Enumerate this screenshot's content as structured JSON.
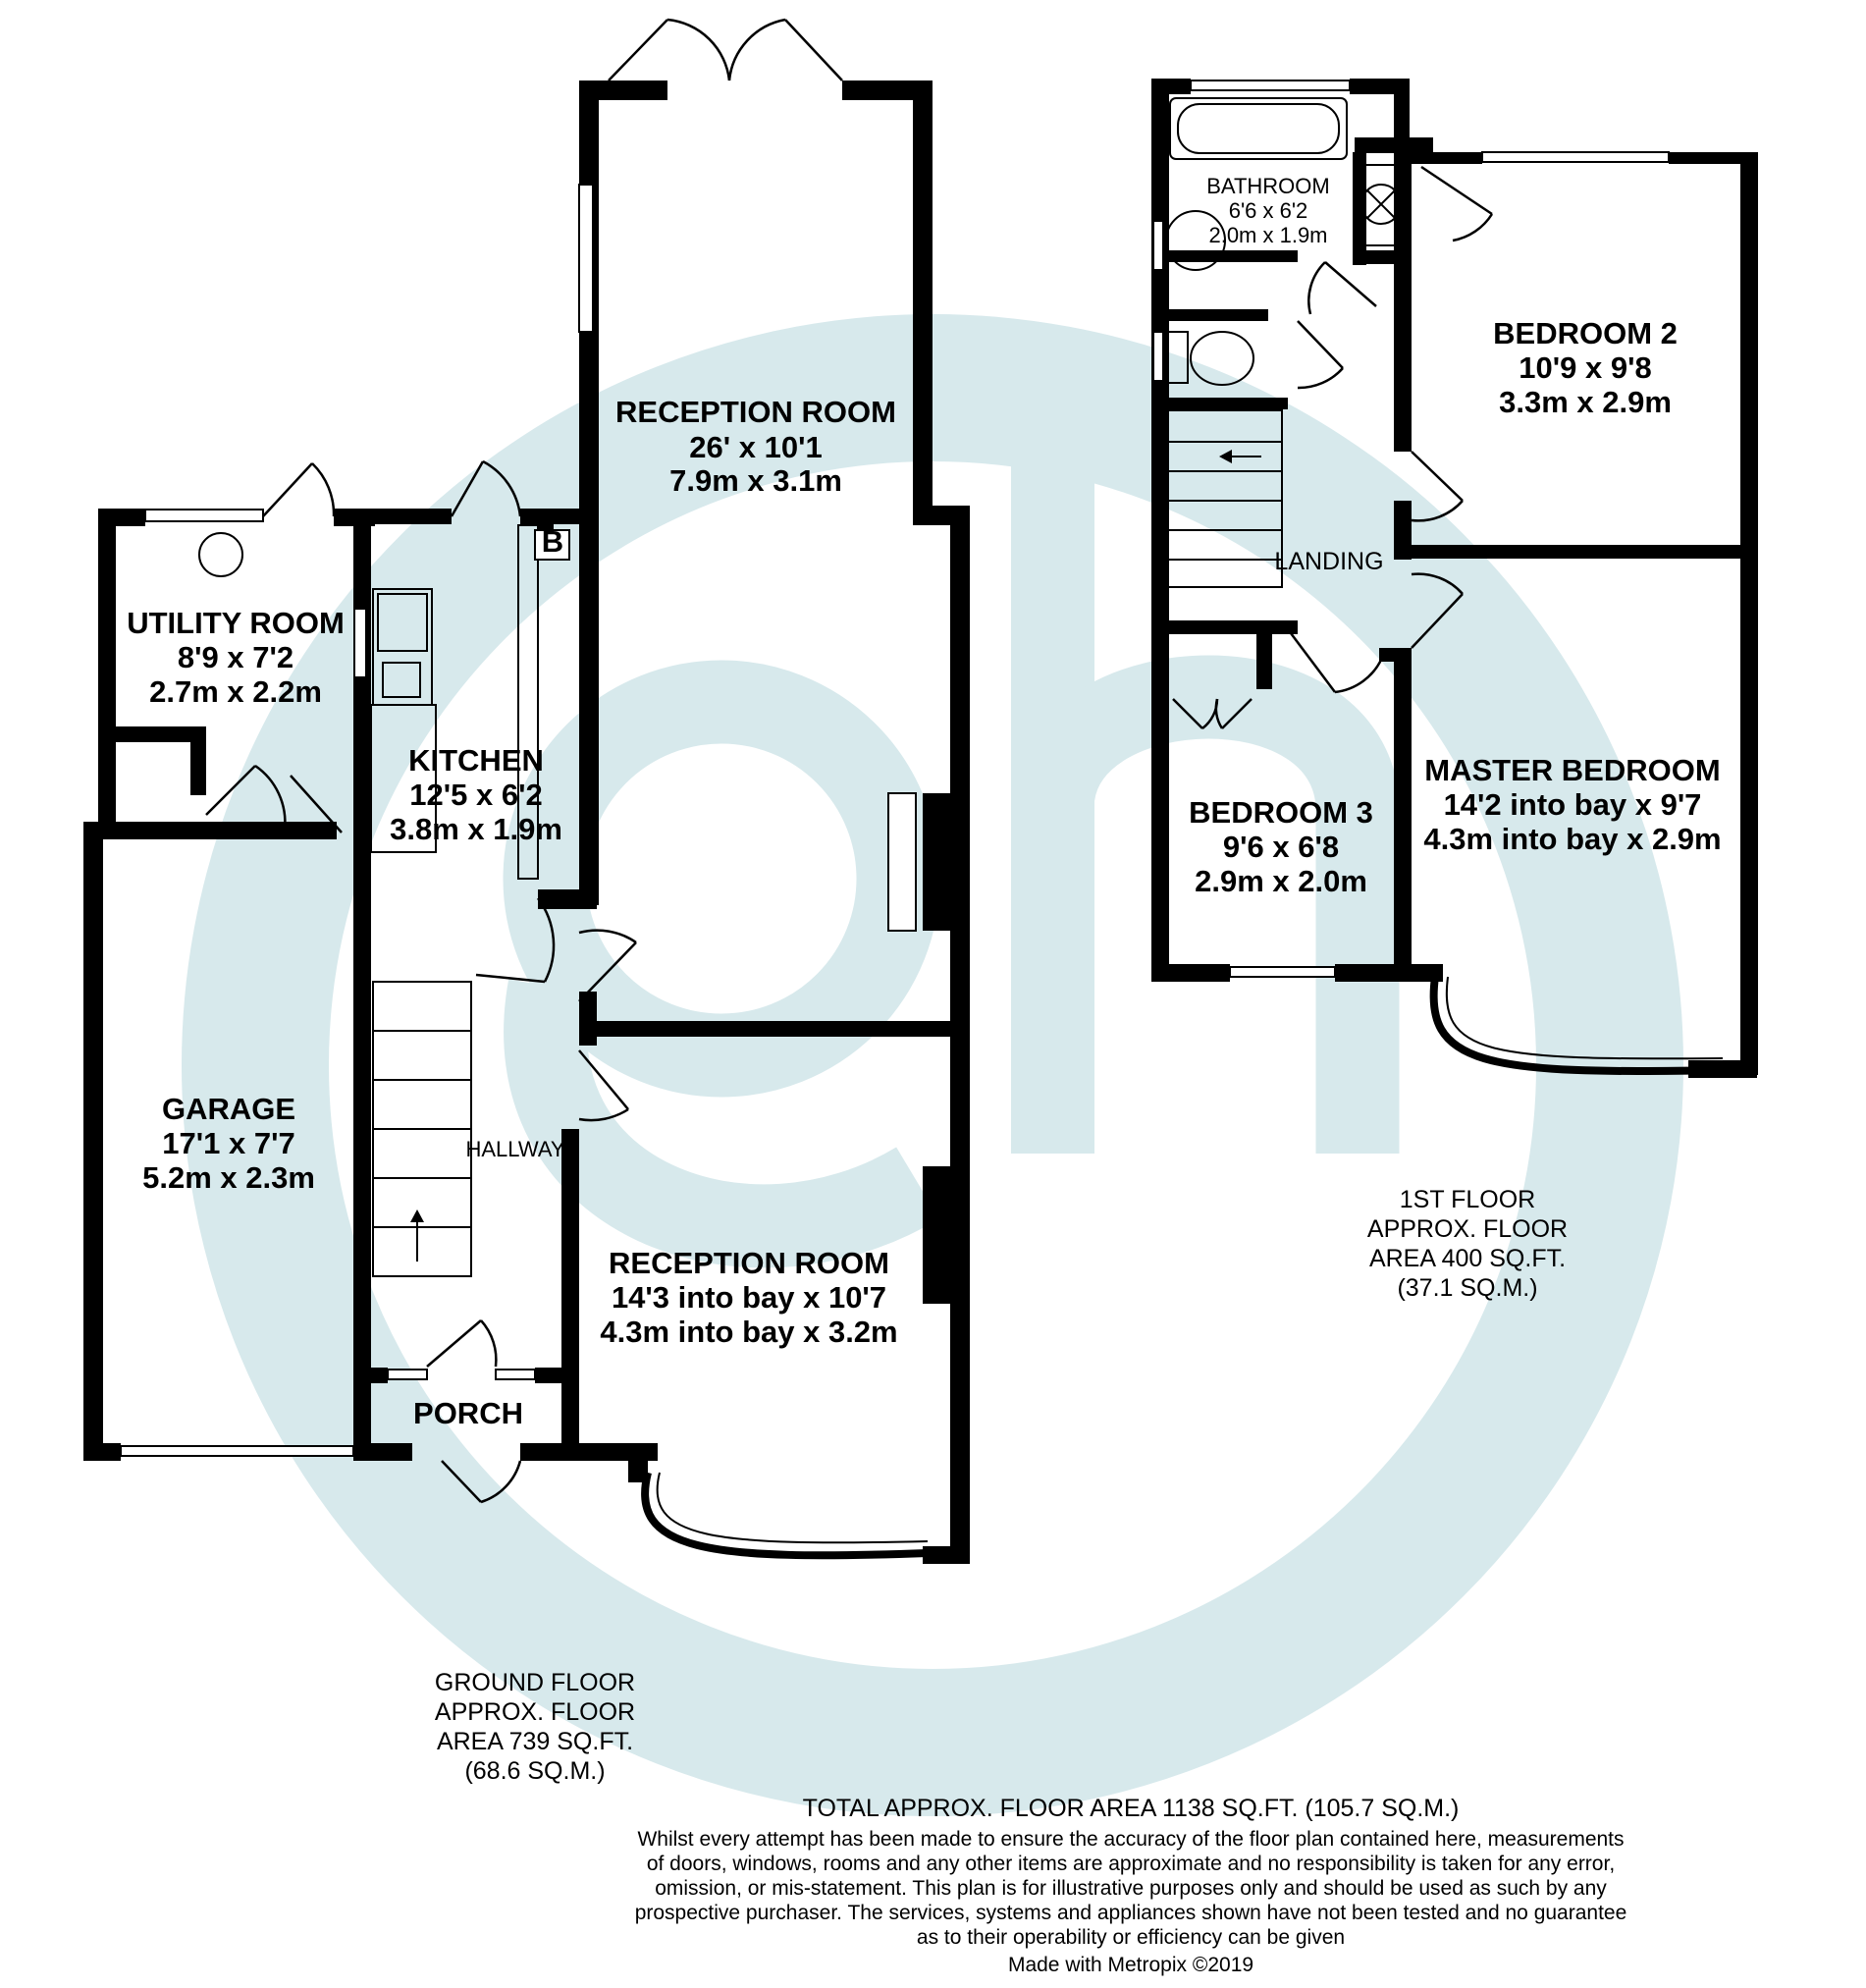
{
  "watermark": {
    "letters": "gh",
    "color": "#d7e9ec"
  },
  "rooms": {
    "reception_rear": {
      "name": "RECEPTION ROOM",
      "imperial": "26' x 10'1",
      "metric": "7.9m x 3.1m"
    },
    "utility": {
      "name": "UTILITY ROOM",
      "imperial": "8'9 x 7'2",
      "metric": "2.7m x 2.2m"
    },
    "kitchen": {
      "name": "KITCHEN",
      "imperial": "12'5 x 6'2",
      "metric": "3.8m x 1.9m",
      "boiler": "B"
    },
    "garage": {
      "name": "GARAGE",
      "imperial": "17'1 x 7'7",
      "metric": "5.2m x 2.3m"
    },
    "hallway": {
      "name": "HALLWAY"
    },
    "porch": {
      "name": "PORCH"
    },
    "reception_front": {
      "name": "RECEPTION ROOM",
      "imperial": "14'3 into bay x 10'7",
      "metric": "4.3m into bay x 3.2m"
    },
    "bathroom": {
      "name": "BATHROOM",
      "imperial": "6'6 x 6'2",
      "metric": "2.0m x 1.9m"
    },
    "bedroom2": {
      "name": "BEDROOM 2",
      "imperial": "10'9 x 9'8",
      "metric": "3.3m x 2.9m"
    },
    "landing": {
      "name": "LANDING"
    },
    "bedroom3": {
      "name": "BEDROOM 3",
      "imperial": "9'6 x 6'8",
      "metric": "2.9m x 2.0m"
    },
    "master": {
      "name": "MASTER BEDROOM",
      "imperial": "14'2 into bay x 9'7",
      "metric": "4.3m into bay x 2.9m"
    }
  },
  "floors": {
    "ground": [
      "GROUND FLOOR",
      "APPROX. FLOOR",
      "AREA 739 SQ.FT.",
      "(68.6 SQ.M.)"
    ],
    "first": [
      "1ST FLOOR",
      "APPROX. FLOOR",
      "AREA 400 SQ.FT.",
      "(37.1 SQ.M.)"
    ]
  },
  "footer": {
    "total": "TOTAL APPROX. FLOOR AREA 1138 SQ.FT. (105.7 SQ.M.)",
    "disclaimer": [
      "Whilst every attempt has been made to ensure the accuracy of the floor plan contained here, measurements",
      "of doors, windows, rooms and any other items are approximate and no responsibility is taken for any error,",
      "omission, or mis-statement. This plan is for illustrative purposes only and should be used as such by any",
      "prospective purchaser. The services, systems and appliances shown have not been tested and no guarantee",
      "as to their operability or efficiency can be given"
    ],
    "credit": "Made with Metropix ©2019"
  }
}
